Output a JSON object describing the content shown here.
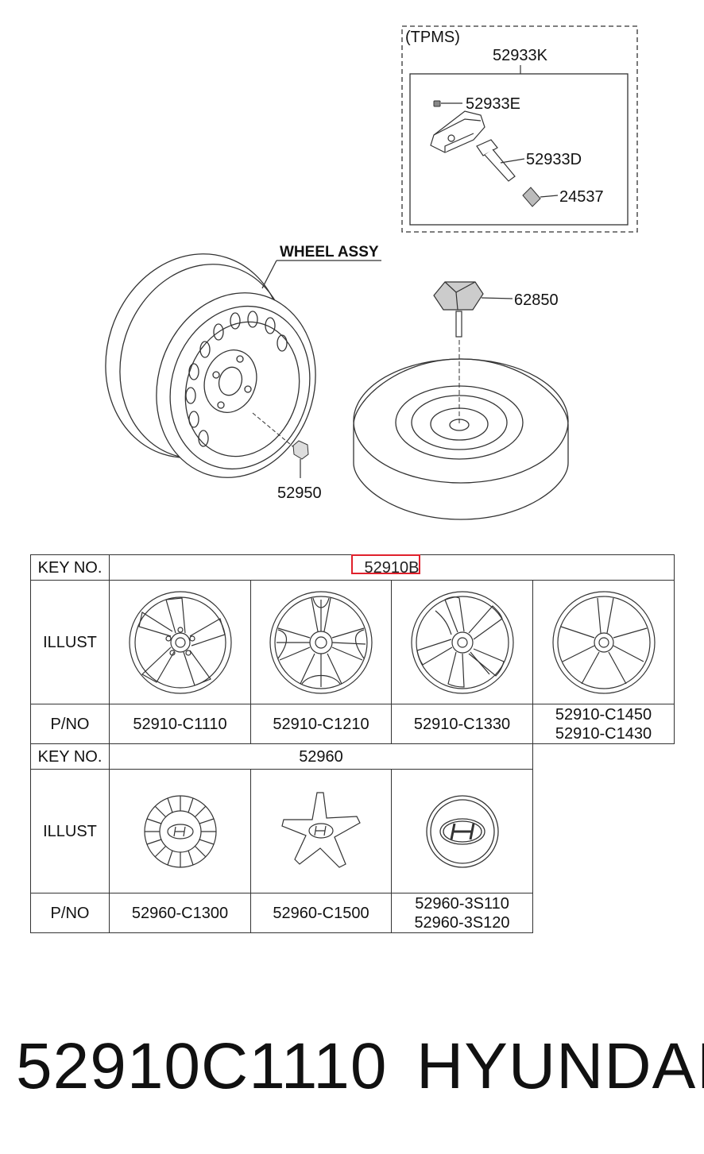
{
  "diagram": {
    "tpms_label": "(TPMS)",
    "callouts": {
      "tpms_assy": "52933K",
      "valve_core": "52933E",
      "valve_stem": "52933D",
      "valve_cap": "24537",
      "wheel_assy": "WHEEL ASSY",
      "wheel_nut": "52950",
      "spare_lock": "62850"
    }
  },
  "wheels_table": {
    "key_label": "KEY NO.",
    "key_value": "52910B",
    "illust_label": "ILLUST",
    "pno_label": "P/NO",
    "parts": [
      {
        "lines": [
          "52910-C1110"
        ],
        "icon": "alloy-wheel-icon"
      },
      {
        "lines": [
          "52910-C1210"
        ],
        "icon": "alloy-wheel-icon"
      },
      {
        "lines": [
          "52910-C1330"
        ],
        "icon": "alloy-wheel-icon"
      },
      {
        "lines": [
          "52910-C1450",
          "52910-C1430"
        ],
        "icon": "alloy-wheel-icon"
      }
    ]
  },
  "caps_table": {
    "key_label": "KEY NO.",
    "key_value": "52960",
    "illust_label": "ILLUST",
    "pno_label": "P/NO",
    "parts": [
      {
        "lines": [
          "52960-C1300"
        ],
        "icon": "hub-cap-icon"
      },
      {
        "lines": [
          "52960-C1500"
        ],
        "icon": "star-cap-icon"
      },
      {
        "lines": [
          "52960-3S110",
          "52960-3S120"
        ],
        "icon": "round-cap-icon"
      }
    ]
  },
  "footer": {
    "part_code": "52910C1110",
    "brand": "HYUNDAI"
  },
  "colors": {
    "highlight": "#e0212c",
    "line": "#333333"
  }
}
